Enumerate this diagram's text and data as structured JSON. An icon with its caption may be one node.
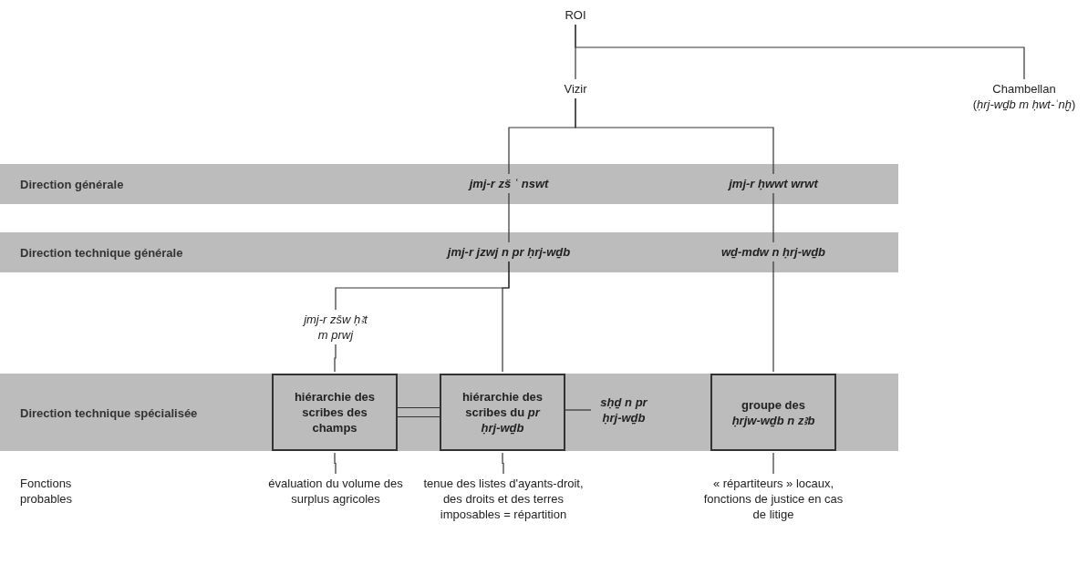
{
  "diagram": {
    "nodes": [
      {
        "text": [
          "ROI"
        ]
      },
      {
        "text": [
          "Chambellan",
          "(*ḥrj-wḏb m ḥwt-ʿnḫ*)"
        ]
      },
      {
        "text": [
          "Vizir"
        ]
      },
      {
        "text": [
          "Direction générale"
        ]
      },
      {
        "text": [
          "jmj-r zš ʿ nswt"
        ],
        "in": 3
      },
      {
        "text": [
          "jmj-r ḥwwt wrwt"
        ],
        "in": 3
      },
      {
        "text": [
          "Direction technique générale"
        ]
      },
      {
        "text": [
          "jmj-r jzwj n pr ḥrj-wḏb"
        ],
        "in": 6
      },
      {
        "text": [
          "wḏ-mdw n ḥrj-wḏb"
        ],
        "in": 6
      },
      {
        "text": [
          "jmj-r zšw ḥꜣt m prwj"
        ]
      },
      {
        "text": [
          "Direction technique spécialisée"
        ]
      },
      {
        "text": [
          "hiérarchie des scribes des champs"
        ],
        "in": 10
      },
      {
        "text": [
          "hiérarchie des scribes du *pr ḥrj-wḏb*"
        ],
        "in": 10
      },
      {
        "text": [
          "sḥḏ n pr ḥrj-wḏb"
        ],
        "in": 10
      },
      {
        "text": [
          "groupe des *ḥrjw-wḏb n zꜣb*"
        ],
        "in": 10
      },
      {
        "text": [
          "évaluation du volume des surplus agricoles"
        ]
      },
      {
        "text": [
          "tenue des listes d'ayants-droit, des droits et des terres imposables = répartition"
        ]
      },
      {
        "text": [
          "« répartiteurs » locaux, fonctions de justice en cas de litige"
        ]
      }
    ],
    "edges": [
      {
        "from": 0,
        "to": 2,
        "arrow": "none"
      },
      {
        "from": 0,
        "to": 1,
        "arrow": "none"
      },
      {
        "from": 2,
        "to": 4,
        "arrow": "none"
      },
      {
        "from": 2,
        "to": 5,
        "arrow": "none"
      },
      {
        "from": 4,
        "to": 7,
        "arrow": "none"
      },
      {
        "from": 5,
        "to": 8,
        "arrow": "none"
      },
      {
        "from": 7,
        "to": 9,
        "arrow": "none"
      },
      {
        "from": 7,
        "to": 12,
        "arrow": "none"
      },
      {
        "from": 9,
        "to": 11,
        "arrow": "none"
      },
      {
        "from": 8,
        "to": 14,
        "arrow": "none"
      },
      {
        "from": 11,
        "to": 12,
        "arrow": "none"
      },
      {
        "from": 12,
        "to": 13,
        "arrow": "none"
      },
      {
        "from": 11,
        "to": 15,
        "arrow": "none"
      },
      {
        "from": 12,
        "to": 16,
        "arrow": "none"
      },
      {
        "from": 14,
        "to": 17,
        "arrow": "none"
      }
    ],
    "labels": [
      "Fonctions probables"
    ]
  }
}
